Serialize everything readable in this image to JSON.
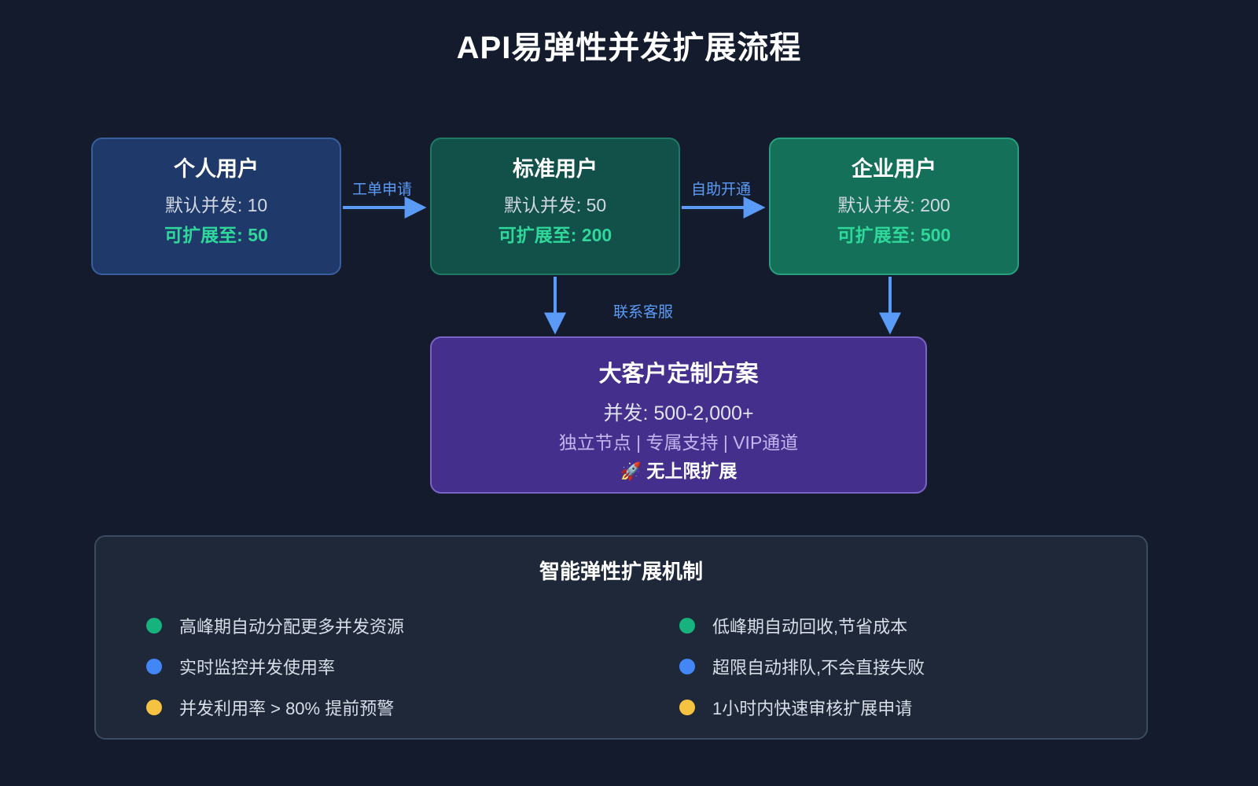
{
  "title": "API易弹性并发扩展流程",
  "colors": {
    "background": "#141b2d",
    "arrow": "#5b9bf8",
    "accent_green": "#2fd79b",
    "accent_blue": "#4287f5",
    "accent_yellow": "#f5c242",
    "panel_bg": "#1e2839"
  },
  "tiers": [
    {
      "id": "personal",
      "name": "个人用户",
      "default_label": "默认并发: 10",
      "scale_label": "可扩展至: 50",
      "default_value": 10,
      "scale_value": 50,
      "fill": "#1f3a6a"
    },
    {
      "id": "standard",
      "name": "标准用户",
      "default_label": "默认并发: 50",
      "scale_label": "可扩展至: 200",
      "default_value": 50,
      "scale_value": 200,
      "fill": "#12504a"
    },
    {
      "id": "enterprise",
      "name": "企业用户",
      "default_label": "默认并发: 200",
      "scale_label": "可扩展至: 500",
      "default_value": 200,
      "scale_value": 500,
      "fill": "#15705a"
    }
  ],
  "edges": [
    {
      "id": "ticket",
      "label": "工单申请",
      "from": "personal",
      "to": "standard"
    },
    {
      "id": "selfserve",
      "label": "自助开通",
      "from": "standard",
      "to": "enterprise"
    },
    {
      "id": "support",
      "label": "联系客服",
      "from": "standard",
      "to": "custom"
    }
  ],
  "custom_plan": {
    "title": "大客户定制方案",
    "concurrency": "并发: 500-2,000+",
    "features": "独立节点 | 专属支持 | VIP通道",
    "rocket": "🚀",
    "highlight": "无上限扩展"
  },
  "mechanism": {
    "title": "智能弹性扩展机制",
    "left_items": [
      {
        "text": "高峰期自动分配更多并发资源",
        "color": "#16b37f"
      },
      {
        "text": "实时监控并发使用率",
        "color": "#4287f5"
      },
      {
        "text": "并发利用率 > 80% 提前预警",
        "color": "#f5c242"
      }
    ],
    "right_items": [
      {
        "text": "低峰期自动回收,节省成本",
        "color": "#16b37f"
      },
      {
        "text": "超限自动排队,不会直接失败",
        "color": "#4287f5"
      },
      {
        "text": "1小时内快速审核扩展申请",
        "color": "#f5c242"
      }
    ]
  }
}
